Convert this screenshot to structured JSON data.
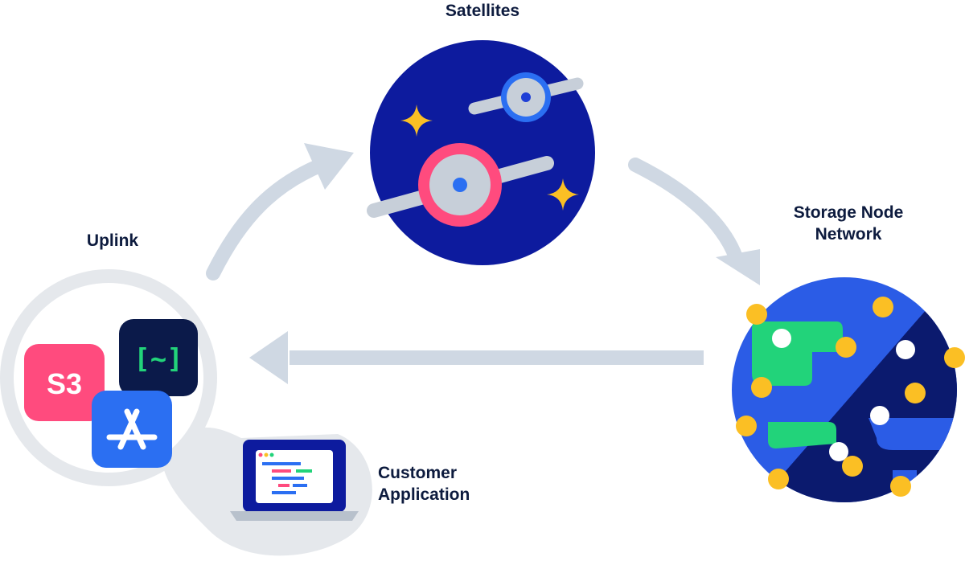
{
  "labels": {
    "satellites": "Satellites",
    "storage_line1": "Storage Node",
    "storage_line2": "Network",
    "uplink": "Uplink",
    "customer_line1": "Customer",
    "customer_line2": "Application"
  },
  "app_icons": {
    "s3_text": "S3",
    "cli_text": "[~]"
  },
  "icons": [
    "s3-icon",
    "cli-icon",
    "app-store-icon",
    "laptop-icon",
    "satellite-icon",
    "globe-icon",
    "arrow-icon"
  ],
  "colors": {
    "navy": "#0d1b9e",
    "dark_navy": "#0b1a4a",
    "arrow_gray": "#cfd8e3",
    "pink": "#ff4b7e",
    "blue": "#2b6ff2",
    "yellow": "#fbbf24",
    "green": "#22d37a",
    "light_gray": "#e5e8ec"
  }
}
